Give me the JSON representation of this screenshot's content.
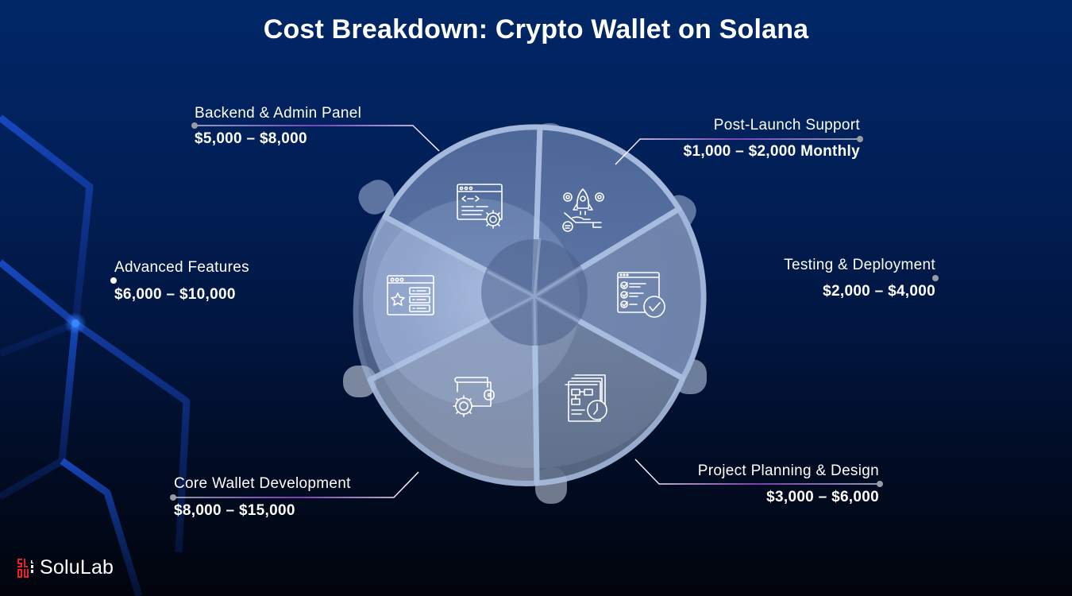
{
  "title": "Cost Breakdown: Crypto Wallet on Solana",
  "segments": [
    {
      "name": "Backend & Admin Panel",
      "cost": "$5,000 – $8,000",
      "icon": "code-window-gear-icon"
    },
    {
      "name": "Post-Launch Support",
      "cost": "$1,000 – $2,000 Monthly",
      "icon": "rocket-hand-gears-icon"
    },
    {
      "name": "Testing & Deployment",
      "cost": "$2,000 – $4,000",
      "icon": "checklist-checkmark-icon"
    },
    {
      "name": "Project Planning & Design",
      "cost": "$3,000 – $6,000",
      "icon": "flowchart-clock-icon"
    },
    {
      "name": "Core Wallet Development",
      "cost": "$8,000 – $15,000",
      "icon": "wallet-gear-icon"
    },
    {
      "name": "Advanced Features",
      "cost": "$6,000 – $10,000",
      "icon": "browser-star-list-icon"
    }
  ],
  "logo": {
    "text": "SoluLab",
    "mark_color": "#e8202a"
  },
  "colors": {
    "background_top": "#012767",
    "background_bottom": "#01040c",
    "wheel_light": "#8ea5cf",
    "wheel_dark": "#4a6596",
    "connector_accent": "#a04fd8"
  }
}
